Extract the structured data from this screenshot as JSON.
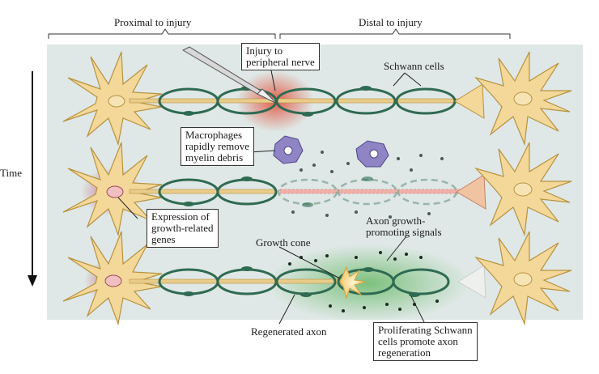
{
  "labels": {
    "proximal": "Proximal to injury",
    "distal": "Distal to injury",
    "time": "Time",
    "schwann_cells": "Schwann cells",
    "growth_cone": "Growth cone",
    "regenerated_axon": "Regenerated axon",
    "axon_growth_signals": "Axon growth-\npromoting signals"
  },
  "callouts": {
    "injury": "Injury to\nperipheral nerve",
    "macrophages": "Macrophages\nrapidly remove\nmyelin debris",
    "gene_expression": "Expression of\ngrowth-related\ngenes",
    "proliferating": "Proliferating Schwann\ncells promote axon\nregeneration"
  },
  "colors": {
    "panel": "#dfe8e6",
    "neuron": "#f3d89a",
    "neuron_outline": "#b8923f",
    "myelin": "#2f6a52",
    "axon": "#e9cc8a",
    "injury": "#e0503a",
    "macrophage": "#8f84c4",
    "growth_glow": "#5cb45a",
    "gene_glow": "#c9607a"
  }
}
